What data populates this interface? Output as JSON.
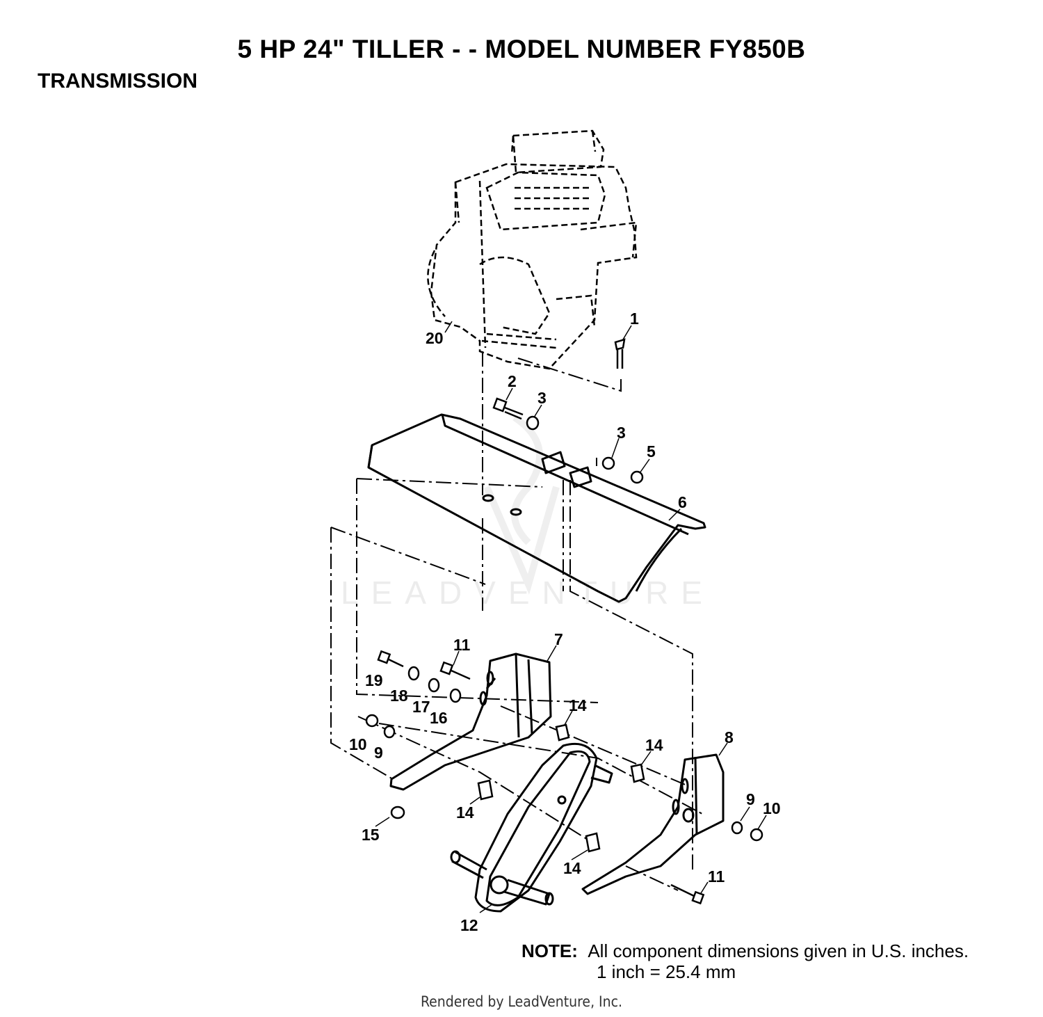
{
  "header": {
    "title": "5 HP 24\" TILLER - - MODEL NUMBER FY850B",
    "section": "TRANSMISSION"
  },
  "diagram": {
    "watermark": "LEADVENTURE",
    "callouts": [
      {
        "id": "c1",
        "label": "1"
      },
      {
        "id": "c2",
        "label": "2"
      },
      {
        "id": "c3a",
        "label": "3"
      },
      {
        "id": "c3b",
        "label": "3"
      },
      {
        "id": "c5",
        "label": "5"
      },
      {
        "id": "c6",
        "label": "6"
      },
      {
        "id": "c7",
        "label": "7"
      },
      {
        "id": "c8",
        "label": "8"
      },
      {
        "id": "c9a",
        "label": "9"
      },
      {
        "id": "c9b",
        "label": "9"
      },
      {
        "id": "c10a",
        "label": "10"
      },
      {
        "id": "c10b",
        "label": "10"
      },
      {
        "id": "c11a",
        "label": "11"
      },
      {
        "id": "c11b",
        "label": "11"
      },
      {
        "id": "c12",
        "label": "12"
      },
      {
        "id": "c14a",
        "label": "14"
      },
      {
        "id": "c14b",
        "label": "14"
      },
      {
        "id": "c14c",
        "label": "14"
      },
      {
        "id": "c14d",
        "label": "14"
      },
      {
        "id": "c15",
        "label": "15"
      },
      {
        "id": "c16",
        "label": "16"
      },
      {
        "id": "c17",
        "label": "17"
      },
      {
        "id": "c18",
        "label": "18"
      },
      {
        "id": "c19",
        "label": "19"
      },
      {
        "id": "c20",
        "label": "20"
      }
    ]
  },
  "note": {
    "label": "NOTE:",
    "line1": "All component dimensions given in U.S. inches.",
    "line2": "1 inch = 25.4 mm"
  },
  "footer": "Rendered by LeadVenture, Inc."
}
